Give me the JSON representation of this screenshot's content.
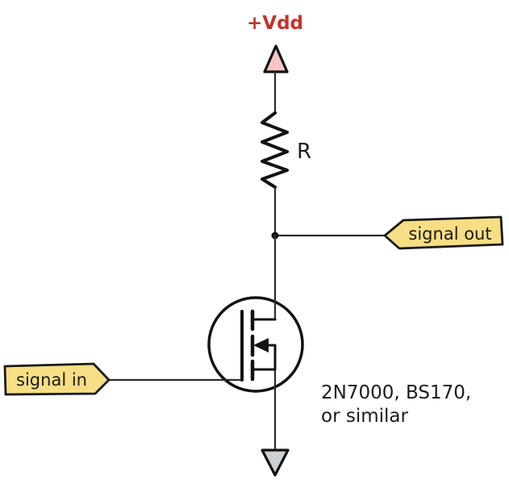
{
  "labels": {
    "vdd": "+Vdd",
    "resistor": "R",
    "signal_out": "signal out",
    "signal_in": "signal in",
    "note_line1": "2N7000, BS170,",
    "note_line2": "or similar"
  },
  "colors": {
    "background": "#ffffff",
    "wire": "#2b2b2b",
    "symbol_stroke": "#121212",
    "flag_fill": "#f7de84",
    "flag_border": "#1a1a1a",
    "vdd_triangle_fill": "#f5c6c4",
    "ground_triangle_fill": "#ccd1d6",
    "vdd_text": "#c23430",
    "note_text": "#1c1c1c"
  }
}
